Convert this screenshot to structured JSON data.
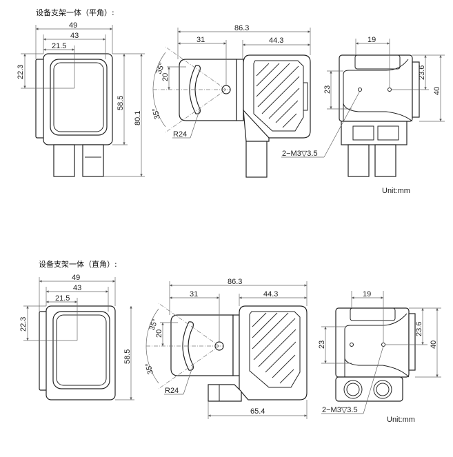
{
  "sections": [
    {
      "title": "设备支架一体（平角）:",
      "front": {
        "w49": "49",
        "w43": "43",
        "w215": "21.5",
        "h223": "22.3",
        "h585": "58.5",
        "h801": "80.1"
      },
      "side": {
        "w863": "86.3",
        "w31": "31",
        "w443": "44.3",
        "a1": "35°",
        "d20": "20",
        "a2": "35°",
        "r": "R24"
      },
      "back": {
        "w19": "19",
        "h23": "23",
        "h236": "23.6",
        "h40": "40",
        "hole": "2−M3▽3.5"
      },
      "unit": "Unit:mm"
    },
    {
      "title": "设备支架一体（直角）:",
      "front": {
        "w49": "49",
        "w43": "43",
        "w215": "21.5",
        "h223": "22.3",
        "h585": "58.5"
      },
      "side": {
        "w863": "86.3",
        "w31": "31",
        "w443": "44.3",
        "a1": "35°",
        "d20": "20",
        "a2": "35°",
        "r": "R24",
        "w654": "65.4"
      },
      "back": {
        "w19": "19",
        "h23": "23",
        "h236": "23.6",
        "h40": "40",
        "hole": "2−M3▽3.5"
      },
      "unit": "Unit:mm"
    }
  ]
}
